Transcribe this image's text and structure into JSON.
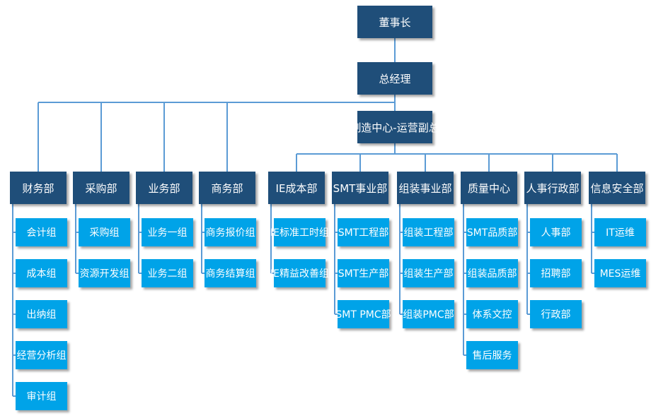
{
  "colors": {
    "head_box": "#1f4e79",
    "sub_box": "#00a3e8",
    "line": "#5b9bd5"
  },
  "top": {
    "chairman": "董事长",
    "gm": "总经理",
    "vp": "制造中心-运营副总"
  },
  "departments": [
    {
      "name": "财务部",
      "subs": [
        "会计组",
        "成本组",
        "出纳组",
        "经营分析组",
        "审计组"
      ]
    },
    {
      "name": "采购部",
      "subs": [
        "采购组",
        "资源开发组"
      ]
    },
    {
      "name": "业务部",
      "subs": [
        "业务一组",
        "业务二组"
      ]
    },
    {
      "name": "商务部",
      "subs": [
        "商务报价组",
        "商务结算组"
      ]
    },
    {
      "name": "IE成本部",
      "subs": [
        "IE标准工时组",
        "IE精益改善组"
      ]
    },
    {
      "name": "SMT事业部",
      "subs": [
        "SMT工程部",
        "SMT生产部",
        "SMT PMC部"
      ]
    },
    {
      "name": "组装事业部",
      "subs": [
        "组装工程部",
        "组装生产部",
        "组装PMC部"
      ]
    },
    {
      "name": "质量中心",
      "subs": [
        "SMT品质部",
        "组装品质部",
        "体系文控",
        "售后服务"
      ]
    },
    {
      "name": "人事行政部",
      "subs": [
        "人事部",
        "招聘部",
        "行政部"
      ]
    },
    {
      "name": "信息安全部",
      "subs": [
        "IT运维",
        "MES运维"
      ]
    }
  ]
}
